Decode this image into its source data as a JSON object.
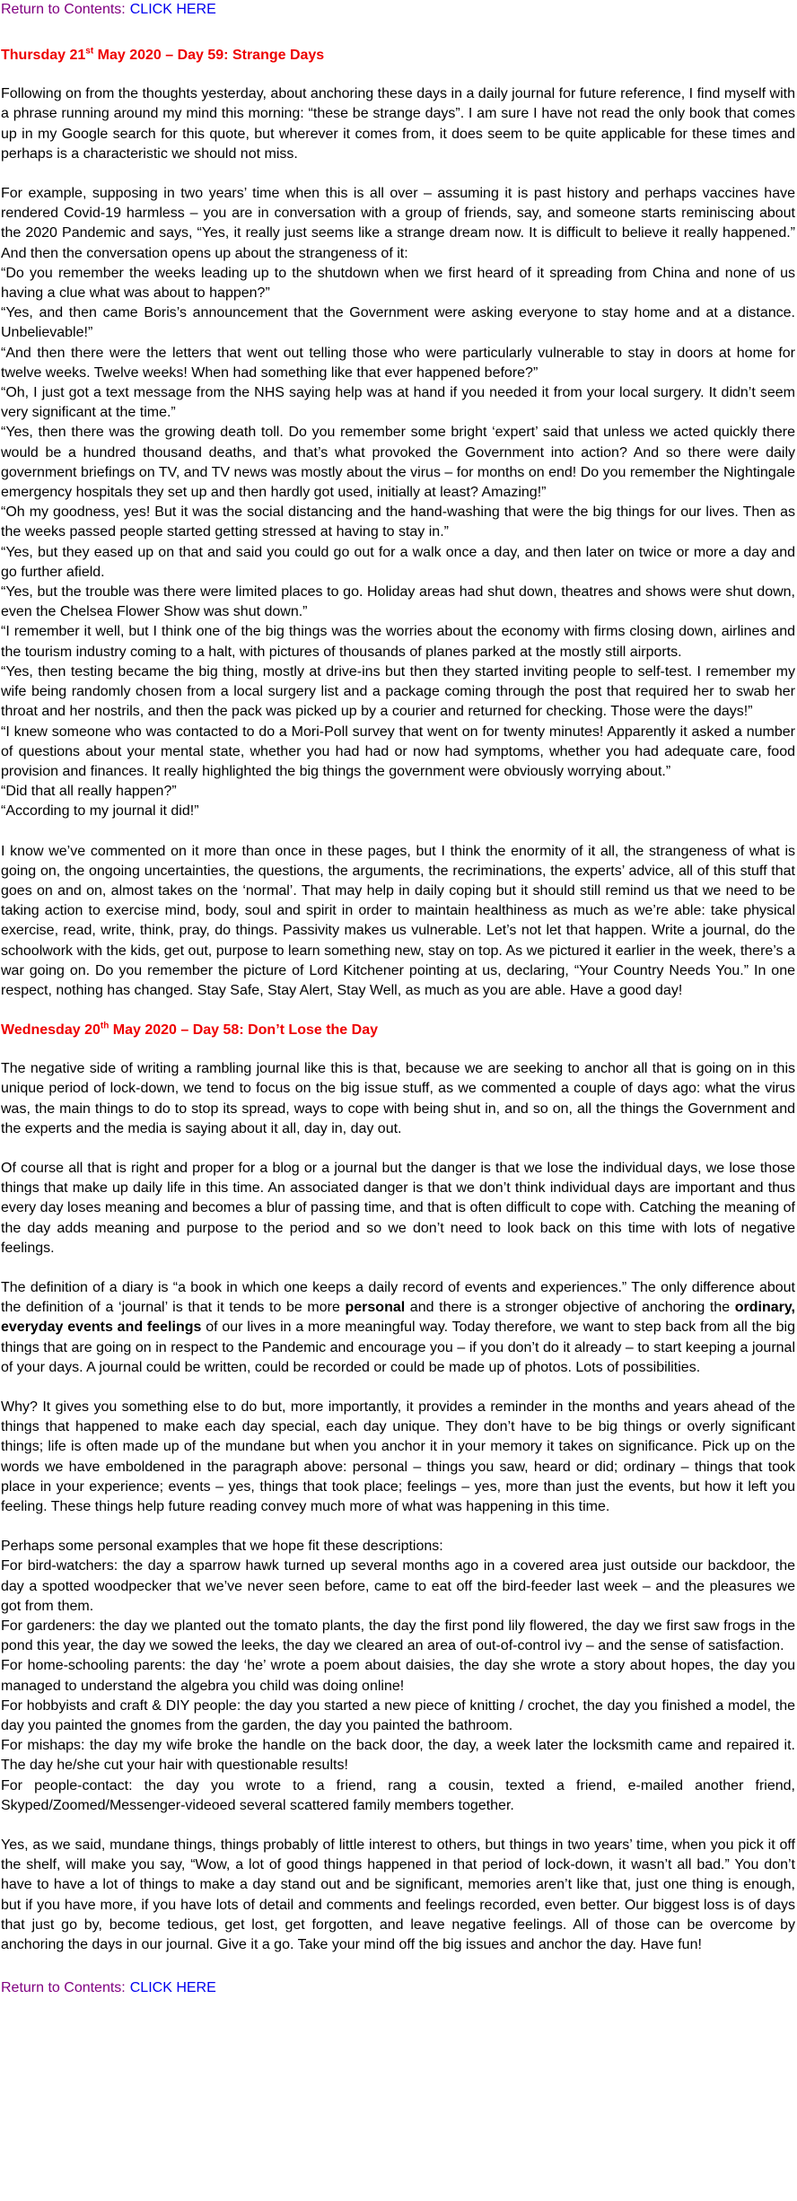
{
  "nav": {
    "label": "Return to Contents:",
    "link": "CLICK HERE"
  },
  "entry1": {
    "heading_pre": "Thursday 21",
    "heading_sup": "st",
    "heading_post": " May 2020 – Day 59: Strange Days",
    "p1": "Following on from the thoughts yesterday, about anchoring these days in a daily journal for future reference, I find myself with a phrase running around my mind this morning: “these be strange days”. I am sure I have not read the only book that comes up in my Google search for this quote, but wherever it comes from, it does seem to be quite applicable for these times and perhaps is a characteristic we should not miss.",
    "dialogue": [
      "For example, supposing in two years’ time when this is all over – assuming it is past history and perhaps vaccines have rendered Covid-19 harmless – you are in conversation with a group of friends, say, and someone starts reminiscing about the 2020 Pandemic and says, “Yes, it really just seems like a strange dream now. It is difficult to believe it really happened.” And then the conversation opens up about the strangeness of it:",
      "“Do you remember the weeks leading up to the shutdown when we first heard of it spreading from China and none of us having a clue what was about to happen?”",
      "“Yes, and then came Boris’s announcement that the Government were asking everyone to stay home and at a distance. Unbelievable!”",
      "“And then there were the letters that went out telling those who were particularly vulnerable to stay in doors at home for twelve weeks. Twelve weeks! When had something like that ever happened before?”",
      "“Oh, I just got a text message from the NHS saying help was at hand if you needed it from your local surgery. It didn’t seem very significant at the time.”",
      "“Yes, then there was the growing death toll. Do you remember some bright ‘expert’ said that unless we acted quickly there would be a hundred thousand deaths, and that’s what provoked the Government into action? And so there were daily government briefings on TV, and TV news was mostly about the virus – for months on end! Do you remember the Nightingale emergency hospitals they set up and then hardly got used, initially at least? Amazing!”",
      "“Oh my goodness, yes!  But it was the social distancing and the hand-washing that were the big things for our lives. Then as the weeks passed people started getting stressed at having to stay in.”",
      "“Yes, but they eased up on that and said you could go out for a walk once a day, and then later on twice or more a day and go further afield.",
      "“Yes, but the trouble was there were limited places to go. Holiday areas had shut down, theatres and shows were shut down, even the Chelsea Flower Show was shut down.”",
      "“I remember it well, but I think one of the big things was the worries about the economy with firms closing down, airlines and the tourism industry coming to a halt, with pictures of thousands of planes parked at the mostly still airports.",
      "“Yes, then testing became the big thing, mostly at drive-ins but then they started inviting people to self-test. I remember my wife being randomly chosen from a local surgery list and a package coming through the post that required her to swab her throat and her nostrils, and then the pack was picked up by a courier and returned for checking. Those were the days!”",
      "“I knew someone who was contacted to do a Mori-Poll survey that went on for twenty minutes! Apparently it asked a number of questions about your mental state, whether you had had or now had symptoms, whether you had adequate care, food provision and finances. It really highlighted the big things the government were obviously worrying about.”",
      "“Did that all really happen?”",
      "“According to my journal it did!”"
    ],
    "p3": "I know we’ve commented on it more than once in these pages, but I think the enormity of it all, the strangeness of what is going on, the ongoing uncertainties, the questions, the arguments, the recriminations, the experts’ advice, all of this stuff that goes on and on, almost takes on the ‘normal’. That may help in daily coping but it should still remind us that we need to be taking action to exercise mind, body, soul and spirit in order to maintain healthiness as much as we’re able: take physical exercise, read, write, think, pray, do things. Passivity makes us vulnerable. Let’s not let that happen. Write a journal, do the schoolwork with the kids, get out, purpose to learn something new, stay on top. As we pictured it earlier in the week, there’s a war going on. Do you remember the picture of Lord Kitchener pointing at us, declaring, “Your Country Needs You.” In one respect, nothing has changed. Stay Safe, Stay Alert, Stay Well, as much as you are able. Have a good day!"
  },
  "entry2": {
    "heading_pre": "Wednesday 20",
    "heading_sup": "th",
    "heading_post": " May 2020 – Day 58: Don’t Lose the Day",
    "p1": "The negative side of writing a rambling journal like this is that, because we are seeking to anchor all that is going on in this unique period of lock-down, we tend to focus on the big issue stuff, as we commented a couple of days ago: what the virus was, the main things to do to stop its spread, ways to cope with being shut in, and so on, all the things the Government and the experts and the media is saying about it all, day in, day out.",
    "p2": "Of course all that is right and proper for a blog or a journal but the danger is that we lose the individual days, we lose those things that make up daily life in this time. An associated danger is that we don’t think individual days are important and thus every day loses meaning and becomes a blur of passing time, and that is often difficult to cope with. Catching the meaning of the day adds meaning and purpose to the period and so we don’t need to look back on this time with lots of negative feelings.",
    "p3_a": "The definition of a diary is “a book in which one keeps a daily record of events and experiences.” The only difference about the definition of a ‘journal’ is that it tends to be more ",
    "p3_b": "personal",
    "p3_c": " and there is a stronger objective of anchoring the ",
    "p3_d": "ordinary, everyday events and feelings",
    "p3_e": " of our lives in a more meaningful way. Today therefore, we want to step back from all the big things that are going on in respect to the Pandemic and encourage you – if you don’t do it already – to start keeping a journal of your days. A journal could be written, could be recorded or could be made up of photos. Lots of possibilities.",
    "p4": "Why? It gives you something else to do but, more importantly, it provides a reminder in the months and years ahead of the things that happened to make each day special, each day unique. They don’t have to be big things or overly significant things; life is often made up of the mundane but when you anchor it in your memory it takes on significance.  Pick up on the words we have emboldened in the paragraph above: personal – things you saw, heard or did; ordinary – things that took place in your experience; events – yes, things that took place; feelings – yes, more than just the events, but how it left you feeling. These things help future reading convey much more of what was happening in this time.",
    "examples": [
      "Perhaps some personal examples that we hope fit these descriptions:",
      "For bird-watchers: the day a sparrow hawk turned up several months ago in a covered area just outside our backdoor, the day a spotted woodpecker that we’ve never seen before, came to eat off the bird-feeder last week – and the pleasures we got from them.",
      "For gardeners: the day we planted out the tomato plants, the day the first pond lily flowered, the day we first saw frogs in the pond this year, the day we sowed the leeks, the day we cleared an area of out-of-control ivy – and the sense of satisfaction.",
      "For home-schooling parents: the day ‘he’ wrote a poem about daisies, the day she wrote a story about hopes, the day you managed to understand the algebra you child was doing online!",
      "For hobbyists and craft & DIY people: the day you started a new piece of knitting / crochet, the day you finished a model, the day you painted the gnomes from the garden, the day you painted the bathroom.",
      "For mishaps: the day my wife broke the handle on the back door, the day, a week later the locksmith came and repaired it. The day he/she cut your hair with questionable results!",
      "For people-contact: the day you wrote to a friend, rang a cousin, texted a friend, e-mailed another friend, Skyped/Zoomed/Messenger-videoed several scattered family members together."
    ],
    "p6": "Yes, as we said, mundane things, things probably of little interest to others, but things in two years’ time, when you pick it off the shelf, will make you say,  “Wow, a lot of good things happened in that period of lock-down, it wasn’t all bad.” You don’t have to have a lot of things to make a day stand out and be significant, memories aren’t like that, just one thing is enough, but if you have more, if you have lots of detail and comments and feelings recorded, even better. Our biggest loss is of days that just go by, become tedious, get lost, get forgotten, and leave negative feelings. All of those can be overcome by anchoring the days in our journal. Give it a go. Take your mind off the big issues and anchor the day. Have fun!"
  }
}
